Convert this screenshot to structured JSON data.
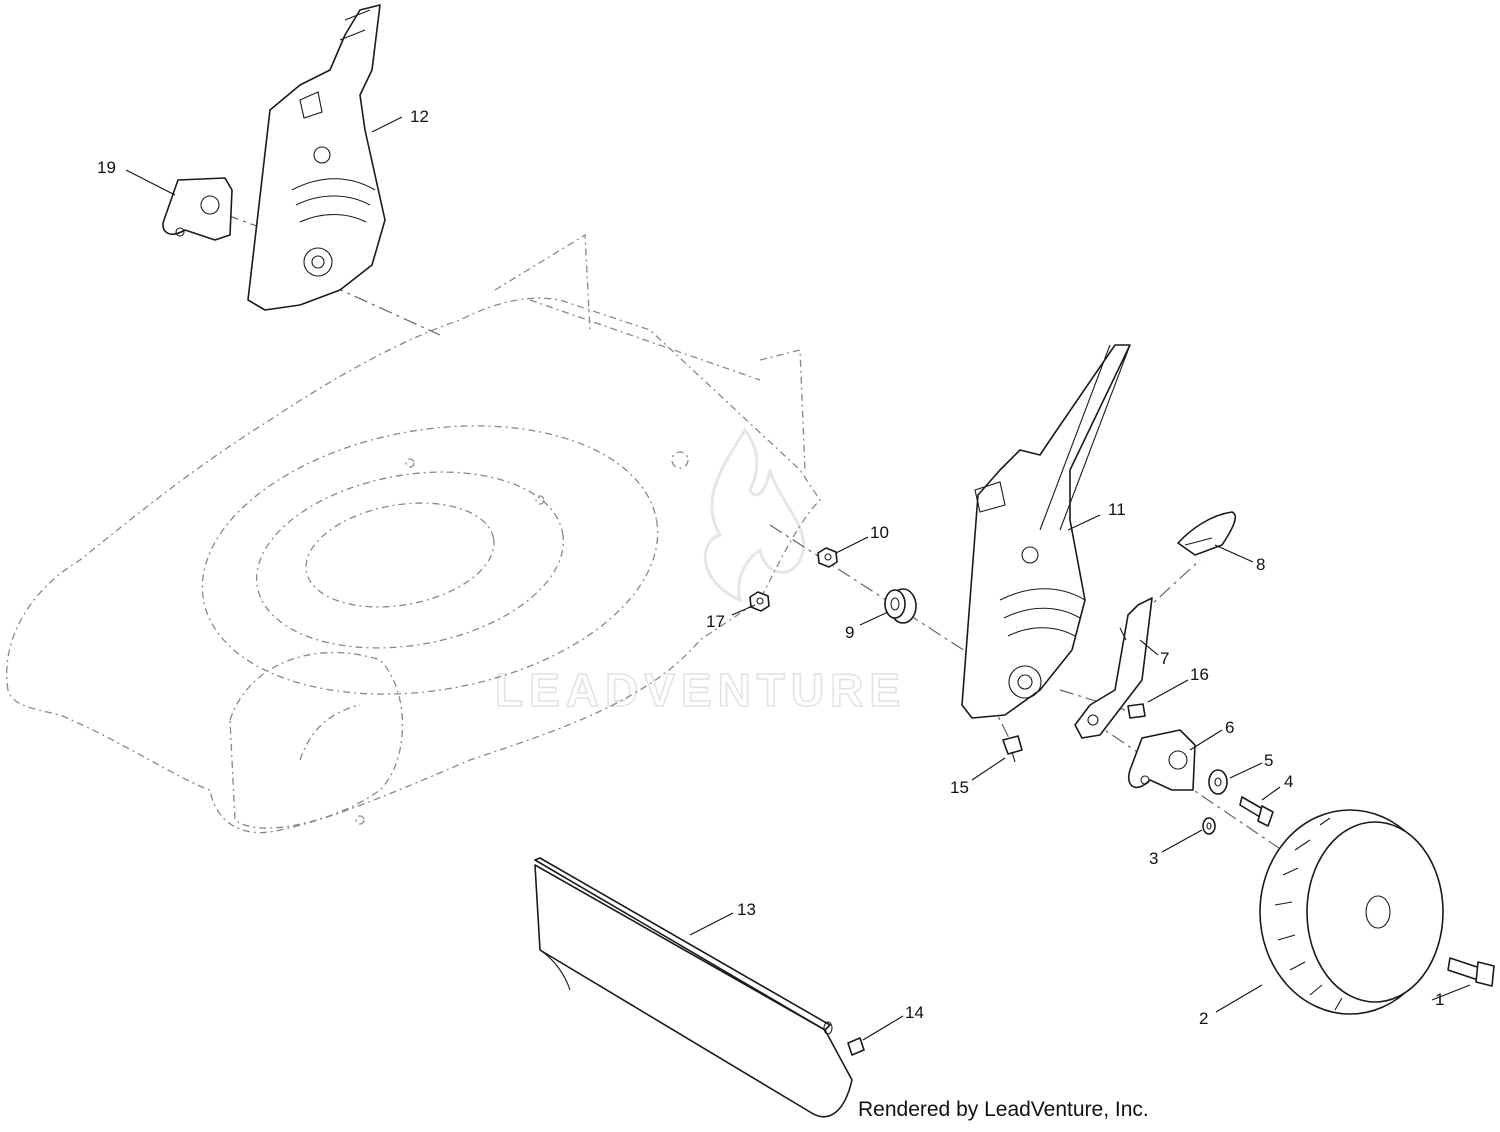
{
  "diagram": {
    "watermark": "LEADVENTURE",
    "credit": "Rendered by LeadVenture, Inc.",
    "callouts": [
      "1",
      "2",
      "3",
      "4",
      "5",
      "6",
      "7",
      "8",
      "9",
      "10",
      "11",
      "12",
      "13",
      "14",
      "15",
      "16",
      "17",
      "19"
    ]
  }
}
